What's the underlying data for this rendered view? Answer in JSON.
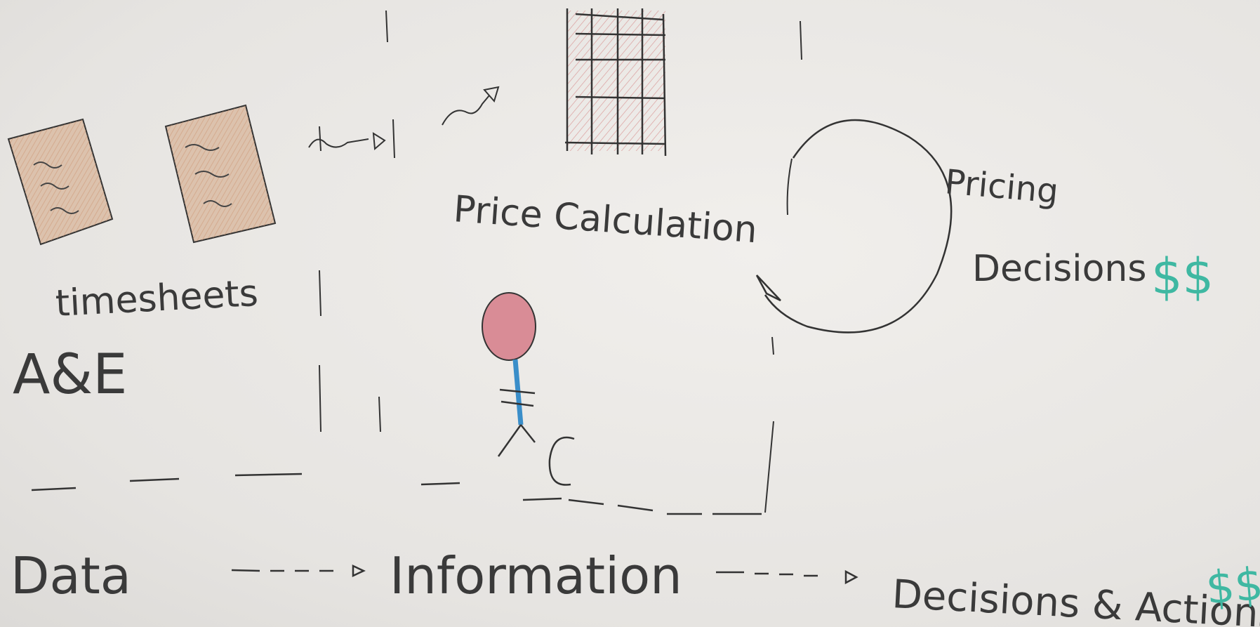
{
  "labels": {
    "timesheets": "timesheets",
    "ae": "A&E",
    "price_calculation": "Price Calculation",
    "pricing": "Pricing",
    "decisions": "Decisions",
    "dollars": "$$",
    "data": "Data",
    "information": "Information",
    "decisions_actions": "Decisions & Actions",
    "dollars_bottom": "$$"
  },
  "colors": {
    "ink": "#3a3a3a",
    "teal": "#3fb8a2",
    "paper_fill": "#d9b8a0",
    "head_fill": "#d98c96",
    "body_blue": "#3a8ec9",
    "grid_hatch": "#d06a6a"
  }
}
